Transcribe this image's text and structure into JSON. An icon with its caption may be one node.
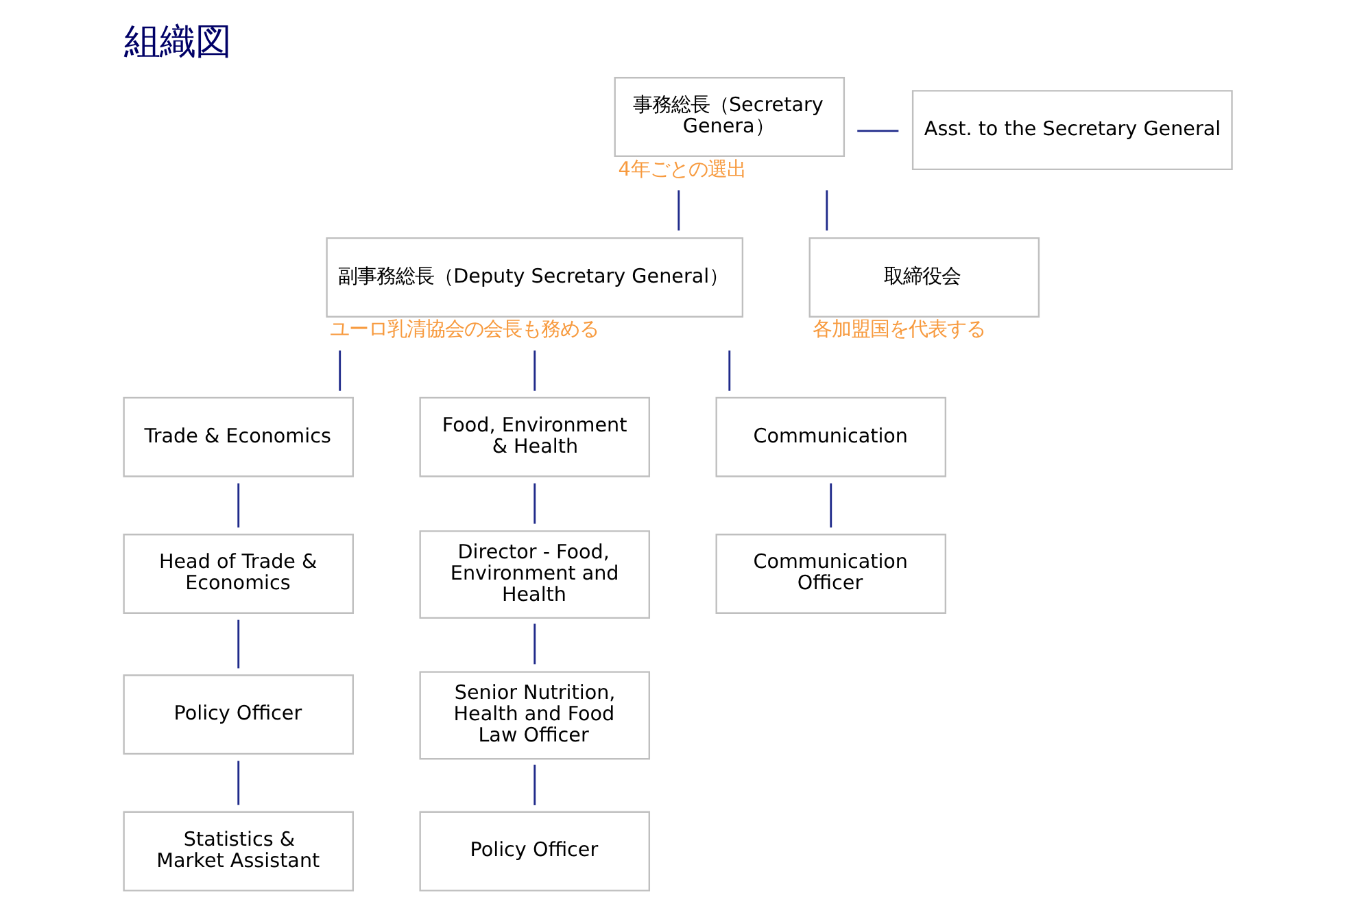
{
  "diagram": {
    "title": "組織図",
    "nodes": [
      {
        "text": [
          "事務総長（Secretary Genera）"
        ],
        "beside": [
          "4年ごとの選出"
        ]
      },
      {
        "text": [
          "Asst. to the Secretary General"
        ]
      },
      {
        "text": [
          "副事務総長（Deputy Secretary General）"
        ],
        "beside": [
          "ユーロ乳清協会の会長も務める"
        ]
      },
      {
        "text": [
          "取締役会"
        ],
        "beside": [
          "各加盟国を代表する"
        ]
      },
      {
        "text": [
          "Trade & Economics"
        ]
      },
      {
        "text": [
          "Food, Environment & Health"
        ]
      },
      {
        "text": [
          "Communication"
        ]
      },
      {
        "text": [
          "Head of Trade & Economics"
        ]
      },
      {
        "text": [
          "Director - Food, Environment and Health"
        ]
      },
      {
        "text": [
          "Communication Officer"
        ]
      },
      {
        "text": [
          "Policy Officer"
        ]
      },
      {
        "text": [
          "Senior Nutrition, Health and Food Law Officer"
        ]
      },
      {
        "text": [
          "Statistics & Market Assistant"
        ]
      },
      {
        "text": [
          "Policy Officer"
        ]
      }
    ],
    "edges": [
      {
        "from": 0,
        "to": 1,
        "arrow": "none"
      },
      {
        "from": 0,
        "to": 2,
        "arrow": "none"
      },
      {
        "from": 0,
        "to": 3,
        "arrow": "none"
      },
      {
        "from": 2,
        "to": 4,
        "arrow": "none"
      },
      {
        "from": 2,
        "to": 5,
        "arrow": "none"
      },
      {
        "from": 2,
        "to": 6,
        "arrow": "none"
      },
      {
        "from": 4,
        "to": 7,
        "arrow": "none"
      },
      {
        "from": 7,
        "to": 10,
        "arrow": "none"
      },
      {
        "from": 10,
        "to": 12,
        "arrow": "none"
      },
      {
        "from": 5,
        "to": 8,
        "arrow": "none"
      },
      {
        "from": 8,
        "to": 11,
        "arrow": "none"
      },
      {
        "from": 11,
        "to": 13,
        "arrow": "none"
      },
      {
        "from": 6,
        "to": 9,
        "arrow": "none"
      }
    ]
  }
}
